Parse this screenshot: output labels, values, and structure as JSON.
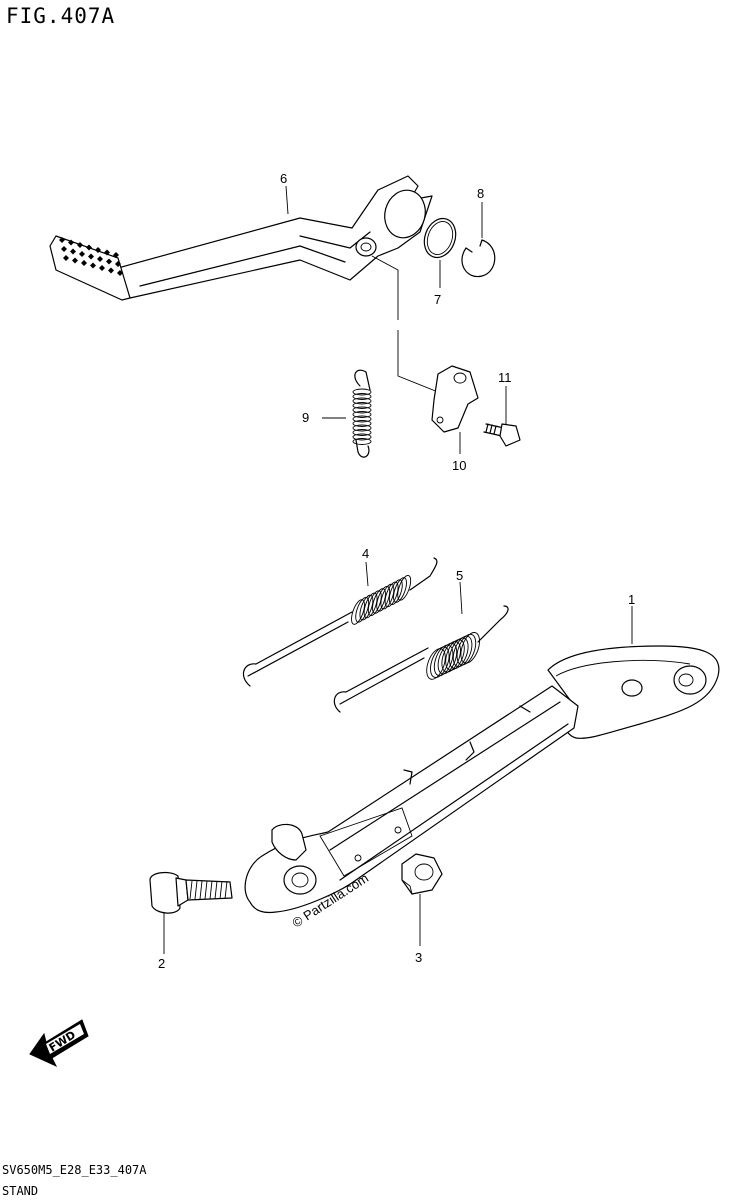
{
  "figure": {
    "title": "FIG.407A",
    "code": "SV650M5_E28_E33_407A",
    "name": "STAND",
    "watermark": "© Partzilla.com",
    "fwd_label": "FWD"
  },
  "callouts": [
    {
      "id": "part-1",
      "label": "1"
    },
    {
      "id": "part-2",
      "label": "2"
    },
    {
      "id": "part-3",
      "label": "3"
    },
    {
      "id": "part-4",
      "label": "4"
    },
    {
      "id": "part-5",
      "label": "5"
    },
    {
      "id": "part-6",
      "label": "6"
    },
    {
      "id": "part-7",
      "label": "7"
    },
    {
      "id": "part-8",
      "label": "8"
    },
    {
      "id": "part-9",
      "label": "9"
    },
    {
      "id": "part-10",
      "label": "10"
    },
    {
      "id": "part-11",
      "label": "11"
    }
  ]
}
